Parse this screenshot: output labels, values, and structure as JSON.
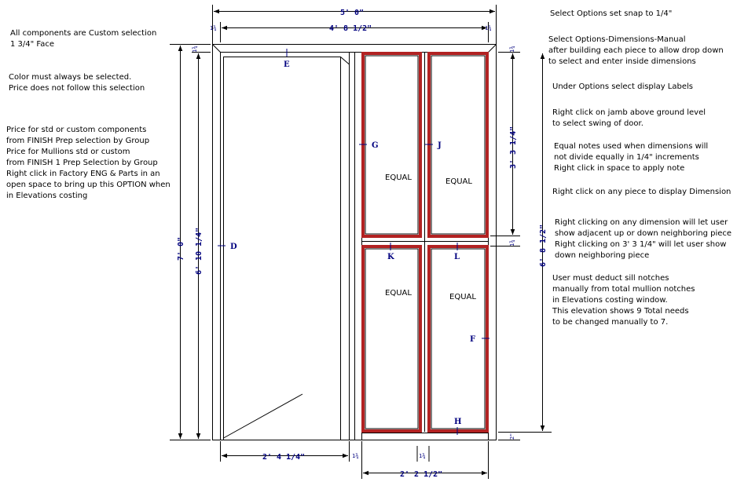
{
  "left_notes": {
    "custom": [
      "All components are Custom selection",
      "1 3/4\" Face"
    ],
    "color": [
      "Color must always be selected.",
      "Price does not follow this selection"
    ],
    "price": [
      "Price for std or custom components",
      "from FINISH Prep selection by Group",
      "Price for Mullions std or custom",
      "from FINISH 1 Prep Selection by Group",
      "Right click in Factory ENG & Parts in an",
      "open space to bring up this OPTION when",
      "in Elevations costing"
    ]
  },
  "right_notes": {
    "snap": [
      "Select Options set snap to 1/4\""
    ],
    "manual": [
      "Select Options-Dimensions-Manual",
      "after building each piece to allow drop down",
      "to select and enter inside dimensions"
    ],
    "labels": [
      "Under Options select display Labels"
    ],
    "swing": [
      "Right click on jamb above ground level",
      "to select swing of door."
    ],
    "equal": [
      "Equal notes used when dimensions will",
      "not divide equally in 1/4\" increments",
      "Right click in space to apply note"
    ],
    "display": [
      "Right click on any piece to display Dimension"
    ],
    "neighbor": [
      "Right clicking on any dimension will let user",
      "show adjacent up or down neighboring piece",
      "Right clicking on 3' 3 1/4\" will let user show",
      "down neighboring piece"
    ],
    "sill": [
      "User must deduct sill notches",
      "manually  from total mullion notches",
      "in Elevations costing window.",
      "This elevation shows 9 Total needs",
      "to be changed manually to 7."
    ]
  },
  "dimensions": {
    "overall_width": "5'  0\"",
    "inside_width": "4'  8  1/2\"",
    "overall_height": "7'  0\"",
    "opening_height": "6'  10  1/4\"",
    "upper_lite_height": "3'  3  1/4\"",
    "sidelite_height": "6'  8  1/2\"",
    "door_width": "2'  4  1/4\"",
    "sidelite_width": "2'  2  1/2\"",
    "face_small": "1¾",
    "sill_small": "2\""
  },
  "piece_labels": {
    "D": "D",
    "E": "E",
    "F": "F",
    "G": "G",
    "H": "H",
    "J": "J",
    "K": "K",
    "L": "L"
  },
  "equal_note": "EQUAL",
  "colors": {
    "frame_red": "#b22222",
    "dimension_blue": "#00007f",
    "line_black": "#000000"
  }
}
